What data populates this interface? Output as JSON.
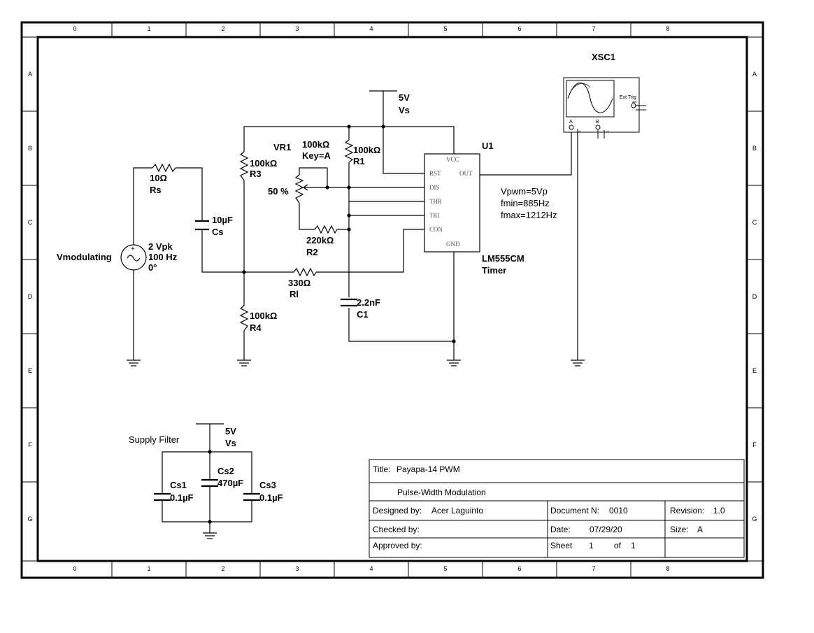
{
  "border": {
    "columns": [
      "0",
      "1",
      "2",
      "3",
      "4",
      "5",
      "6",
      "7",
      "8"
    ],
    "rows": [
      "A",
      "B",
      "C",
      "D",
      "E",
      "F",
      "G"
    ]
  },
  "source": {
    "name": "Vmodulating",
    "amplitude": "2 Vpk",
    "frequency": "100 Hz",
    "phase": "0°"
  },
  "rs": {
    "value": "10Ω",
    "ref": "Rs"
  },
  "cs": {
    "value": "10µF",
    "ref": "Cs"
  },
  "r3": {
    "value": "100kΩ",
    "ref": "R3"
  },
  "r4": {
    "value": "100kΩ",
    "ref": "R4"
  },
  "rl": {
    "value": "330Ω",
    "ref": "Rl"
  },
  "vr1": {
    "ref": "VR1",
    "value": "100kΩ",
    "key": "Key=A",
    "percent": "50 %"
  },
  "r1": {
    "value": "100kΩ",
    "ref": "R1"
  },
  "r2": {
    "value": "220kΩ",
    "ref": "R2"
  },
  "c1": {
    "value": "2.2nF",
    "ref": "C1"
  },
  "supply": {
    "value": "5V",
    "ref": "Vs"
  },
  "ic": {
    "ref": "U1",
    "part": "LM555CM",
    "desc": "Timer",
    "pins": {
      "vcc": "VCC",
      "rst": "RST",
      "out": "OUT",
      "dis": "DIS",
      "thr": "THR",
      "tri": "TRI",
      "con": "CON",
      "gnd": "GND"
    }
  },
  "notes": [
    "Vpwm=5Vp",
    "fmin=885Hz",
    "fmax=1212Hz"
  ],
  "scope": {
    "ref": "XSC1",
    "ext_trig": "Ext Trig",
    "channel_a": "A",
    "channel_b": "B",
    "minus": "_",
    "plus": "+"
  },
  "filter": {
    "title": "Supply Filter",
    "cs1": {
      "ref": "Cs1",
      "value": "0.1µF"
    },
    "cs2": {
      "ref": "Cs2",
      "value": "470µF"
    },
    "cs3": {
      "ref": "Cs3",
      "value": "0.1µF"
    }
  },
  "title_block": {
    "title_label": "Title:",
    "title": "Payapa-14  PWM",
    "subtitle": "Pulse-Width  Modulation",
    "designed_label": "Designed  by:",
    "designed": "Acer  Laguinto",
    "document_label": "Document  N:",
    "document": "0010",
    "revision_label": "Revision:",
    "revision": "1.0",
    "checked_label": "Checked  by:",
    "date_label": "Date:",
    "date": "07/29/20",
    "size_label": "Size:",
    "size": "A",
    "approved_label": "Approved  by:",
    "sheet_label": "Sheet",
    "sheet": "1",
    "of_label": "of",
    "of": "1"
  }
}
